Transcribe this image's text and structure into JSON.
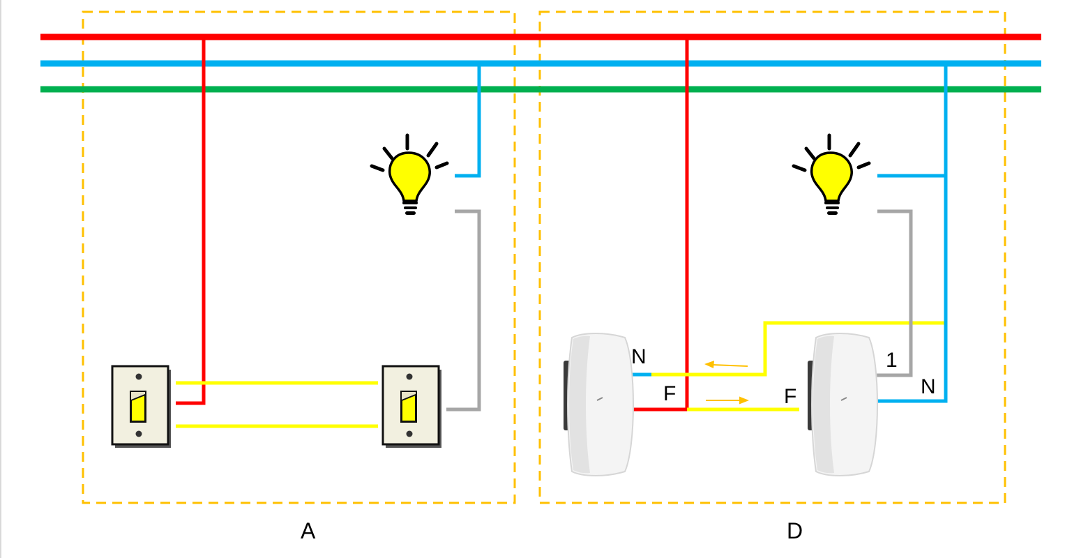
{
  "panels": {
    "left": {
      "caption": "A"
    },
    "right": {
      "caption": "D"
    }
  },
  "terminal_labels": {
    "n_left": "N",
    "f_left": "F",
    "f_right": "F",
    "one": "1",
    "n_right": "N"
  },
  "colors": {
    "phase": "#ff0000",
    "neutral": "#00b0f0",
    "earth": "#00b050",
    "switched": "#ffff00",
    "return": "#a6a6a6",
    "frame": "#ffc000",
    "arrow": "#ffc000",
    "bulb": "#ffff00"
  },
  "icons": [
    "light-bulb-icon",
    "toggle-switch-icon",
    "wall-switch-plate-icon",
    "arrow-left-icon",
    "arrow-right-icon"
  ]
}
